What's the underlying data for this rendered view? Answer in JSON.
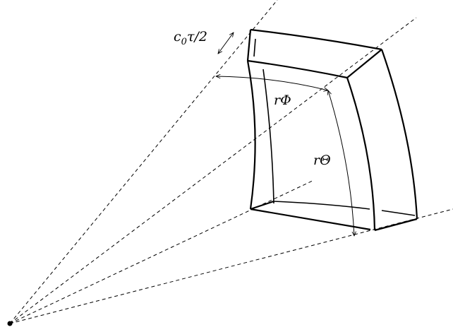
{
  "labels": {
    "pulse_depth": {
      "base": "c",
      "subscript": "0",
      "rest": "τ/2"
    },
    "azimuth_arc": "rΦ",
    "elevation_arc": "rΘ"
  },
  "colors": {
    "stroke": "#000000",
    "background": "#ffffff"
  }
}
